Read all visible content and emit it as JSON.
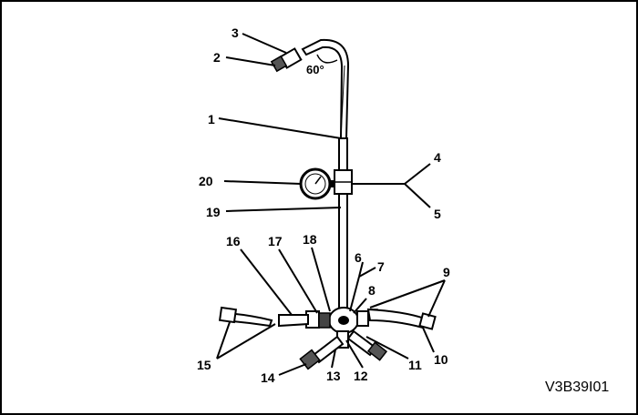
{
  "figure_id": "V3B39I01",
  "bend_angle": "60°",
  "callouts": [
    "1",
    "2",
    "3",
    "4",
    "5",
    "6",
    "7",
    "8",
    "9",
    "10",
    "11",
    "12",
    "13",
    "14",
    "15",
    "16",
    "17",
    "18",
    "19",
    "20"
  ]
}
